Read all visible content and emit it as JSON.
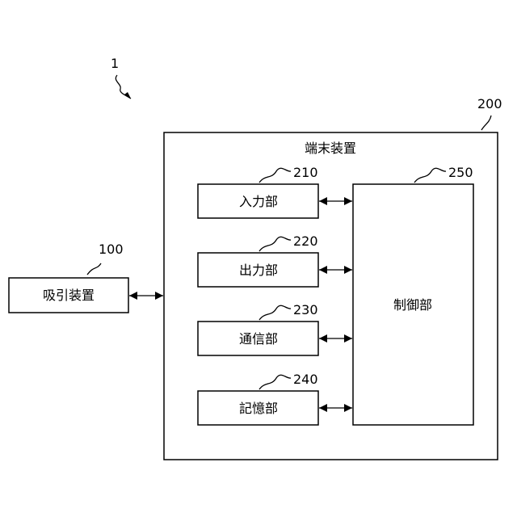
{
  "diagram": {
    "system_ref": "1",
    "terminal": {
      "ref": "200",
      "label": "端末装置"
    },
    "suction_device": {
      "ref": "100",
      "label": "吸引装置"
    },
    "units": [
      {
        "ref": "210",
        "label": "入力部"
      },
      {
        "ref": "220",
        "label": "出力部"
      },
      {
        "ref": "230",
        "label": "通信部"
      },
      {
        "ref": "240",
        "label": "記憶部"
      }
    ],
    "controller": {
      "ref": "250",
      "label": "制御部"
    }
  }
}
